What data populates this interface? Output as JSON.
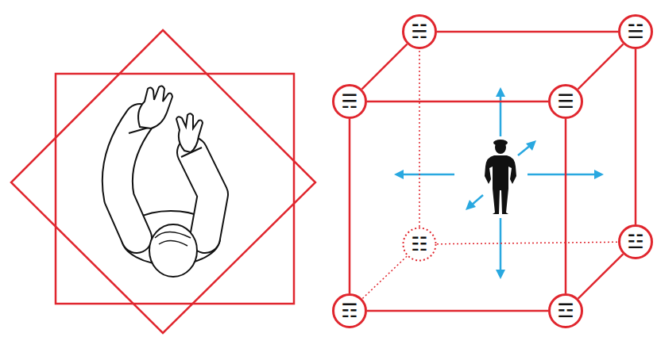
{
  "diagram": {
    "nodes": [
      {
        "text": [
          "☵"
        ]
      },
      {
        "text": [
          "☱"
        ]
      },
      {
        "text": [
          "☴"
        ]
      },
      {
        "text": [
          "☰"
        ]
      },
      {
        "text": [
          "☷"
        ]
      },
      {
        "text": [
          "☳"
        ]
      },
      {
        "text": [
          "☶"
        ]
      },
      {
        "text": [
          "☲"
        ]
      }
    ],
    "edges": [
      {
        "from": 0,
        "to": 1,
        "arrow": "none"
      },
      {
        "from": 0,
        "to": 2,
        "arrow": "none"
      },
      {
        "from": 1,
        "to": 3,
        "arrow": "none"
      },
      {
        "from": 2,
        "to": 3,
        "arrow": "none"
      },
      {
        "from": 2,
        "to": 6,
        "arrow": "none"
      },
      {
        "from": 3,
        "to": 7,
        "arrow": "none"
      },
      {
        "from": 6,
        "to": 7,
        "arrow": "none"
      },
      {
        "from": 1,
        "to": 5,
        "arrow": "none"
      },
      {
        "from": 7,
        "to": 5,
        "arrow": "none"
      },
      {
        "from": 4,
        "to": 0,
        "arrow": "none"
      },
      {
        "from": 4,
        "to": 5,
        "arrow": "none"
      },
      {
        "from": 4,
        "to": 6,
        "arrow": "none"
      }
    ]
  }
}
